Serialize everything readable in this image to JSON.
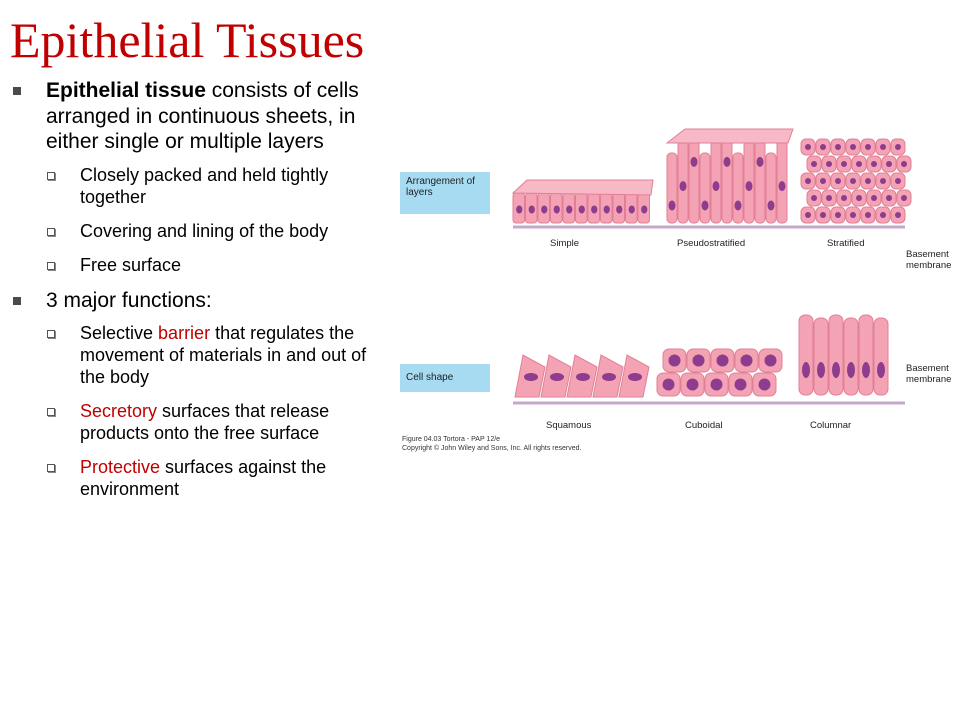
{
  "title": "Epithelial Tissues",
  "bullets": {
    "b1": {
      "bold": "Epithelial tissue",
      "rest": " consists of cells arranged in continuous sheets, in either single or multiple layers"
    },
    "b1_sub": [
      "Closely packed and held tightly together",
      "Covering and lining of the body",
      "Free surface"
    ],
    "b2": "3 major functions:",
    "b2_sub": [
      {
        "highlight": "",
        "text": "Selective ",
        "red": "barrier",
        "after": " that regulates the movement of materials in and out of the body"
      },
      {
        "red": "Secretory",
        "after": " surfaces that release products onto the free surface"
      },
      {
        "red": "Protective",
        "after": " surfaces against the environment"
      }
    ]
  },
  "figure": {
    "box_arrangement": "Arrangement of layers",
    "box_shape": "Cell shape",
    "row1_labels": [
      "Simple",
      "Pseudostratified",
      "Stratified"
    ],
    "row2_labels": [
      "Squamous",
      "Cuboidal",
      "Columnar"
    ],
    "basement_1": "Basement membrane",
    "basement_2": "Basement membrane",
    "caption_line1": "Figure 04.03  Tortora - PAP 12/e",
    "caption_line2": "Copyright © John Wiley and Sons, Inc. All rights reserved.",
    "colors": {
      "cell": "#f4a3b4",
      "cell_dark": "#e27f96",
      "nucleus": "#8e3c8e",
      "membrane": "#c9a6cf",
      "label_box": "#a6dbf2"
    }
  }
}
